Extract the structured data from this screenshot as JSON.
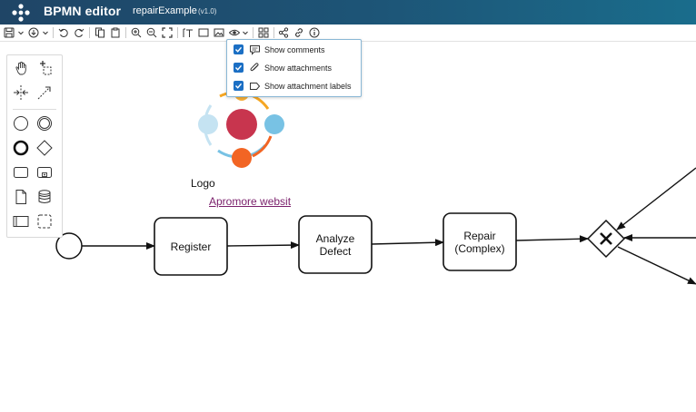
{
  "header": {
    "app_title": "BPMN editor",
    "document_name": "repairExample",
    "document_version": "(v1.0)"
  },
  "toolbar": {
    "buttons": [
      {
        "name": "save-icon"
      },
      {
        "name": "download-icon"
      },
      {
        "name": "undo-icon"
      },
      {
        "name": "redo-icon"
      },
      {
        "name": "copy-icon"
      },
      {
        "name": "paste-icon"
      },
      {
        "name": "zoom-in-icon"
      },
      {
        "name": "zoom-out-icon"
      },
      {
        "name": "fit-screen-icon"
      },
      {
        "name": "text-annotation-icon"
      },
      {
        "name": "comment-icon"
      },
      {
        "name": "image-icon"
      },
      {
        "name": "eye-icon"
      },
      {
        "name": "grid-icon"
      },
      {
        "name": "share-icon"
      },
      {
        "name": "link-icon"
      },
      {
        "name": "info-icon"
      }
    ]
  },
  "view_menu": {
    "items": [
      {
        "label": "Show comments",
        "checked": true,
        "icon": "comment-icon"
      },
      {
        "label": "Show attachments",
        "checked": true,
        "icon": "paperclip-icon"
      },
      {
        "label": "Show attachment labels",
        "checked": true,
        "icon": "tag-icon"
      }
    ]
  },
  "palette": {
    "tools": [
      "hand-tool-icon",
      "lasso-tool-icon",
      "space-tool-icon",
      "connect-tool-icon",
      "start-event-icon",
      "intermediate-event-icon",
      "end-event-icon",
      "gateway-icon",
      "task-icon",
      "subprocess-icon",
      "data-object-icon",
      "data-store-icon",
      "pool-icon",
      "group-icon"
    ]
  },
  "diagram": {
    "logo_caption": "Logo",
    "link_text": "Apromore websit",
    "tasks": [
      {
        "label": "Register"
      },
      {
        "label": "Analyze\nDefect"
      },
      {
        "label": "Repair\n(Complex)"
      }
    ],
    "gateway_type": "exclusive"
  },
  "colors": {
    "header_start": "#1f4566",
    "header_end": "#1a6d8c",
    "check_blue": "#1b6fc4",
    "logo_center": "#c8354e",
    "logo_blue": "#78c2e4",
    "logo_orange": "#f26524",
    "logo_light": "#c5e3f2",
    "logo_yellow": "#f5a623",
    "link": "#7a1f6b"
  }
}
